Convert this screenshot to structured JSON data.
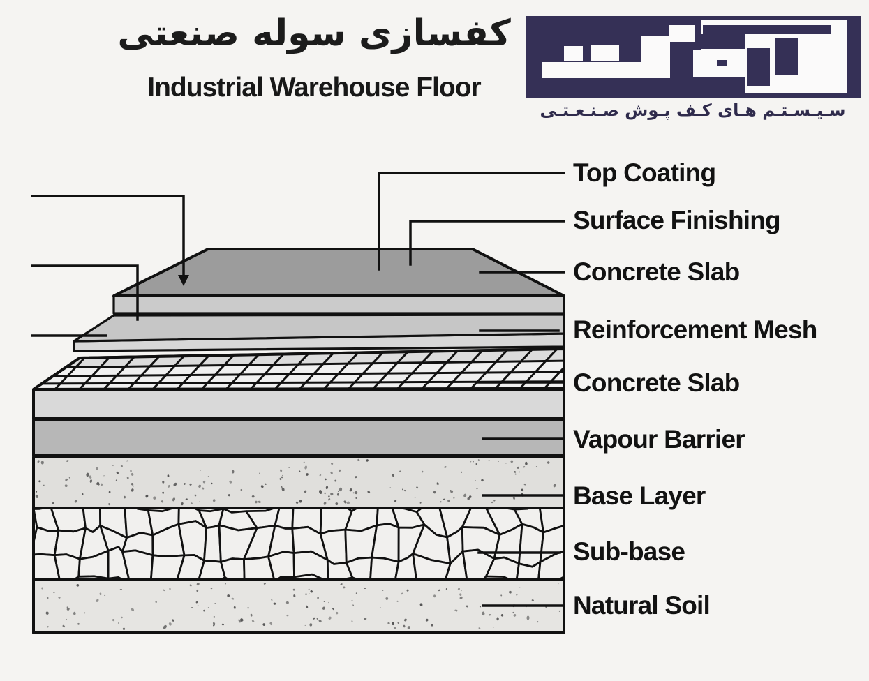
{
  "header": {
    "title_fa": "کفسازی سوله صنعتی",
    "title_en": "Industrial Warehouse Floor"
  },
  "logo": {
    "tagline_fa": "سـیـسـتـم هـای کـف پـوش صـنـعـتـی",
    "navy": "#353056"
  },
  "diagram": {
    "layers": [
      {
        "label": "Top Coating",
        "color": "#9c9c9c"
      },
      {
        "label": "Surface Finishing",
        "color": "#cbcbcb"
      },
      {
        "label": "Concrete Slab",
        "color": "#c6c6c6"
      },
      {
        "label": "Reinforcement Mesh",
        "color": "#f0f0f0"
      },
      {
        "label": "Concrete Slab",
        "color": "#d9d9d9"
      },
      {
        "label": "Vapour Barrier",
        "color": "#b7b7b7"
      },
      {
        "label": "Base Layer",
        "color": "#e0dfdc"
      },
      {
        "label": "Sub-base",
        "color": "#f1f0ee"
      },
      {
        "label": "Natural Soil",
        "color": "#e6e5e2"
      }
    ]
  }
}
